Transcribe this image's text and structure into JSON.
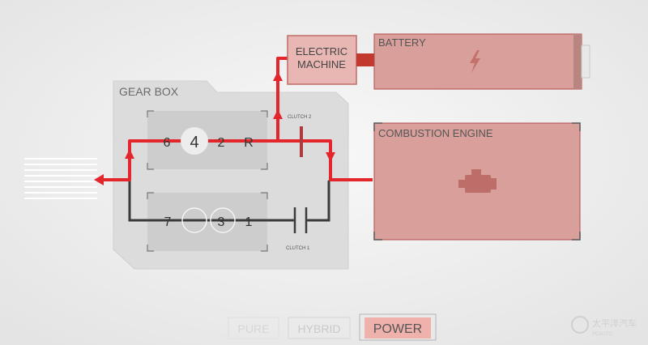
{
  "gearbox": {
    "title": "GEAR BOX",
    "upper_gears": [
      "6",
      "4",
      "2",
      "R"
    ],
    "upper_selected": "4",
    "lower_gears": [
      "7",
      "3",
      "1"
    ]
  },
  "clutches": {
    "clutch2": "CLUTCH 2",
    "clutch1": "CLUTCH 1"
  },
  "electric_machine": {
    "line1": "ELECTRIC",
    "line2": "MACHINE"
  },
  "battery": {
    "label": "BATTERY",
    "icon": "lightning-bolt-icon"
  },
  "combustion_engine": {
    "label": "COMBUSTION ENGINE",
    "icon": "engine-icon"
  },
  "modes": {
    "items": [
      "PURE",
      "HYBRID",
      "POWER"
    ],
    "active": "POWER"
  },
  "watermark": {
    "text": "太平洋汽车",
    "sub": "PCAUTO"
  },
  "colors": {
    "power_flow": "#e3262b",
    "inactive_shaft": "#3a3a3a",
    "component_fill": "#d99a96",
    "component_border": "#b44a4a",
    "gearbox_fill": "#dcdcdc",
    "active_mode_fill": "#efb1ac"
  }
}
